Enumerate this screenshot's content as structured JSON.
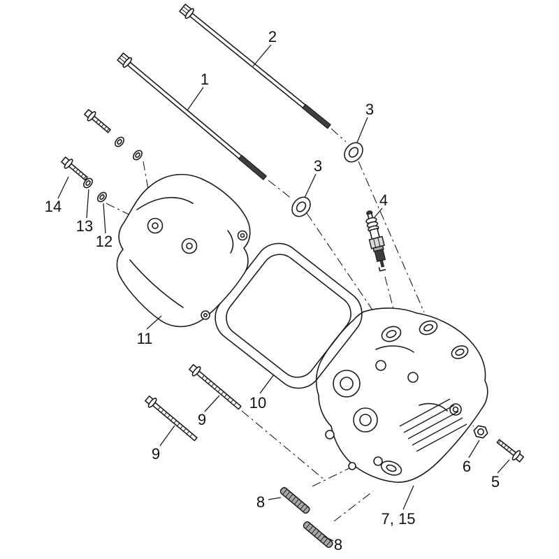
{
  "figure": {
    "type": "exploded-parts-diagram",
    "subject": "cylinder-head-assembly",
    "background": "#ffffff",
    "line_color": "#1c1c1c",
    "thread_color": "#3e3e3e",
    "metal_color": "#a8a8a8"
  },
  "callouts": {
    "c1": "1",
    "c2": "2",
    "c3a": "3",
    "c3b": "3",
    "c4": "4",
    "c5": "5",
    "c6": "6",
    "c7_15": "7, 15",
    "c8a": "8",
    "c8b": "8",
    "c9a": "9",
    "c9b": "9",
    "c10": "10",
    "c11": "11",
    "c12": "12",
    "c13": "13",
    "c14": "14"
  }
}
